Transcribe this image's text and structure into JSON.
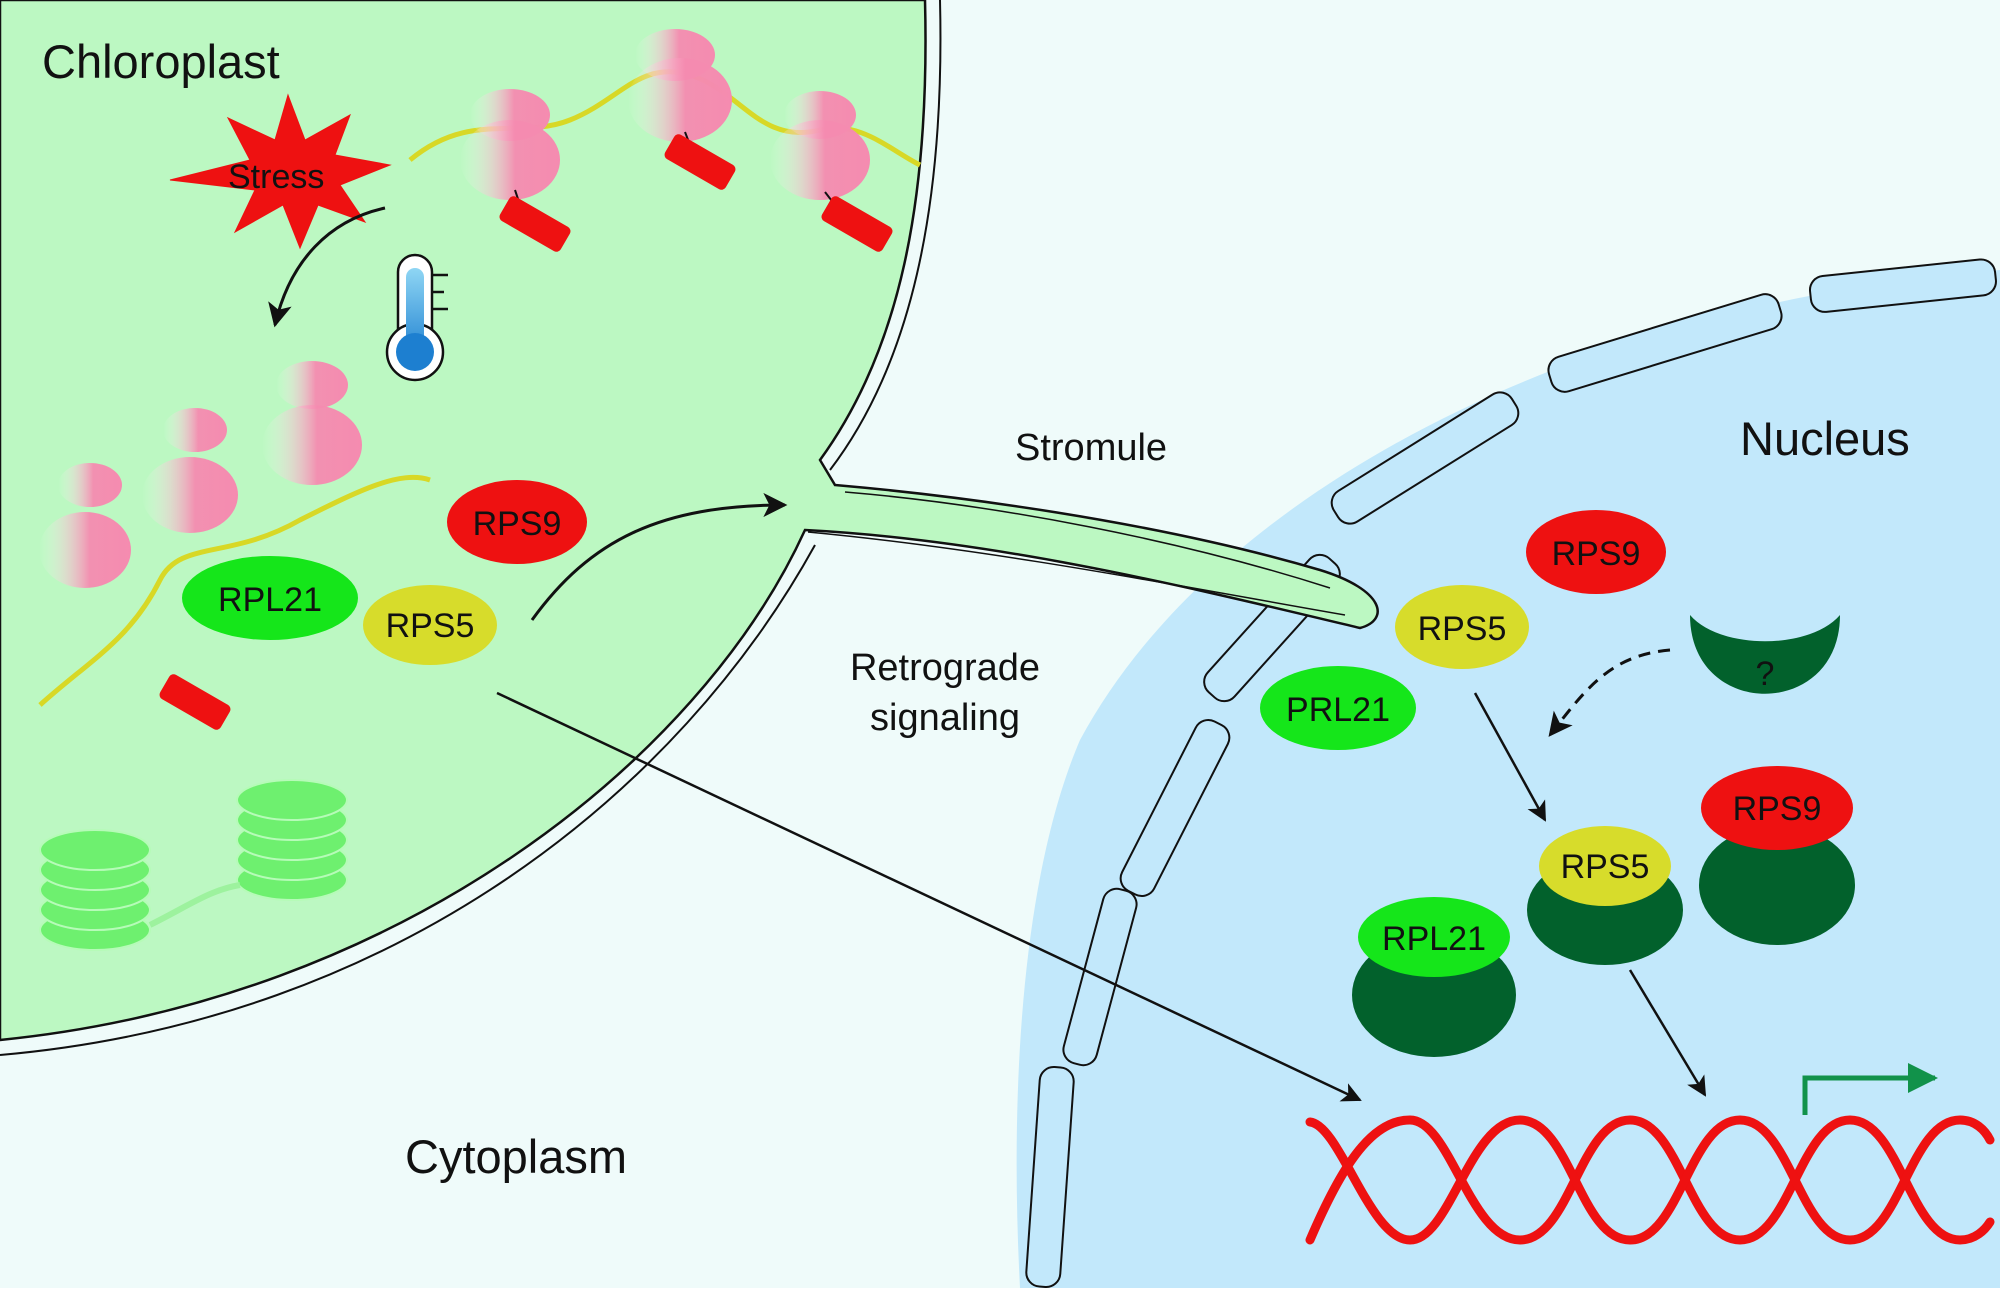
{
  "compartments": {
    "chloroplast": "Chloroplast",
    "nucleus": "Nucleus",
    "cytoplasm": "Cytoplasm",
    "stromule": "Stromule",
    "retrograde_line1": "Retrograde",
    "retrograde_line2": "signaling"
  },
  "stress_label": "Stress",
  "thermometer_icon": "thermometer-icon",
  "chloroplast_proteins": {
    "rpl21": "RPL21",
    "rps5": "RPS5",
    "rps9": "RPS9"
  },
  "nucleus_free_proteins": {
    "rps9": "RPS9",
    "rps5": "RPS5",
    "prl21": "PRL21",
    "unknown": "?"
  },
  "nucleus_complexes": {
    "rps9": "RPS9",
    "rps5": "RPS5",
    "rpl21": "RPL21"
  },
  "colors": {
    "chloroplast_bg": "#bcf8c2",
    "cytoplasm_bg": "#effbfa",
    "nucleus_bg": "#c2e8fb",
    "rps9": "#ee1111",
    "rps5": "#d7dc2b",
    "rpl21": "#15e61a",
    "partner": "#02612c",
    "mrna": "#d8d826",
    "dna": "#ee1111",
    "ribosome": "#f58bb0",
    "transcription_arrow": "#11924a"
  }
}
